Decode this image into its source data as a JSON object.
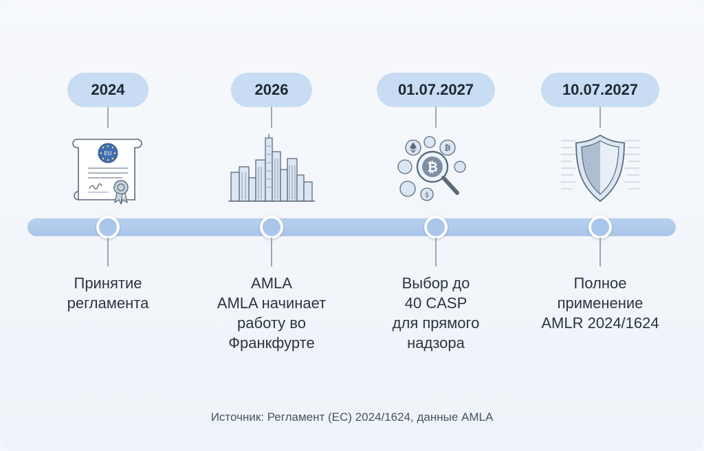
{
  "milestones": [
    {
      "date": "2024",
      "lines": [
        "Принятие",
        "регламента"
      ],
      "icon": "eu-regulation-document-icon"
    },
    {
      "date": "2026",
      "lines": [
        "AMLA",
        "AMLA начинает",
        "работу во",
        "Франкфурте"
      ],
      "icon": "frankfurt-skyline-icon"
    },
    {
      "date": "01.07.2027",
      "lines": [
        "Выбор до",
        "40 CASP",
        "для прямого",
        "надзора"
      ],
      "icon": "crypto-magnifier-icon",
      "coin_symbols": [
        "₿",
        "$"
      ]
    },
    {
      "date": "10.07.2027",
      "lines": [
        "Полное",
        "применение",
        "AMLR 2024/1624"
      ],
      "icon": "shield-icon"
    }
  ],
  "emblem_text": "EU",
  "source": "Источник: Регламент (ЕС) 2024/1624, данные AMLA",
  "colors": {
    "pill": "#c8dcf3",
    "bar": "#aac6ea",
    "stem": "#9aa7b6",
    "text": "#2b3440",
    "icon_stroke": "#5d6a7a",
    "icon_fill": "#dbe6f4"
  }
}
